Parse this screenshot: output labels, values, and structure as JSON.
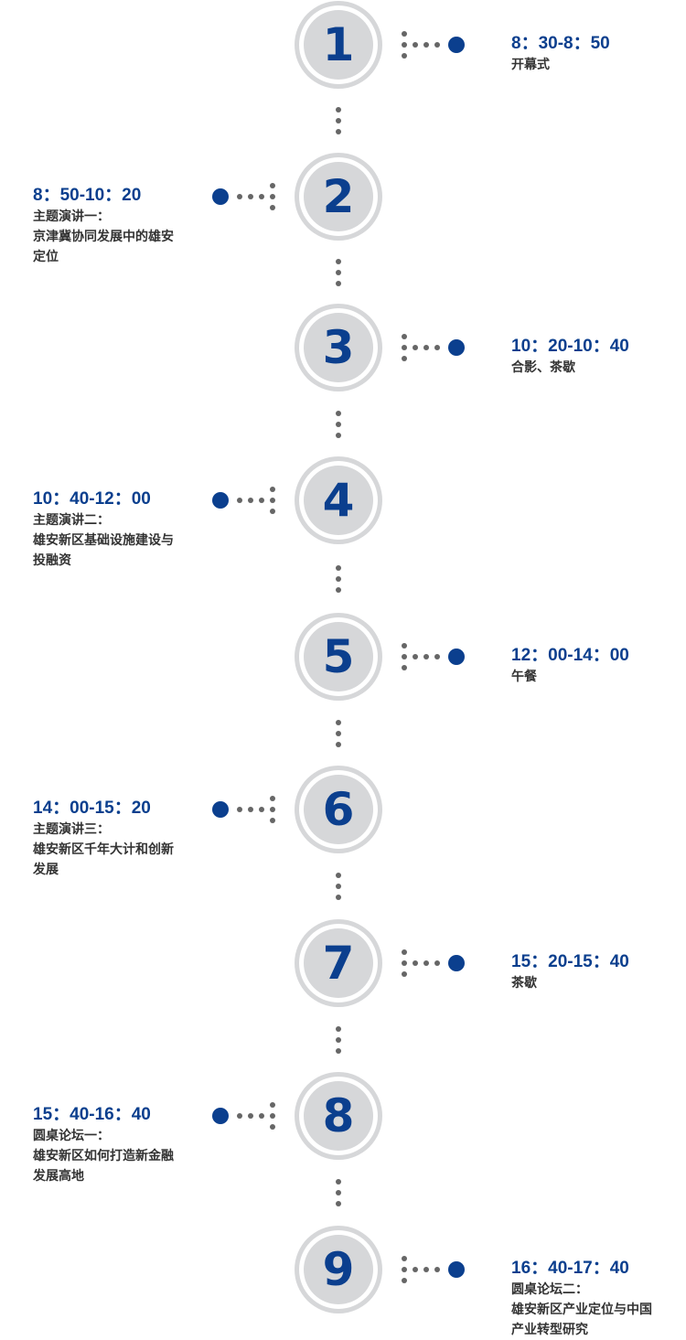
{
  "items": [
    {
      "number": "1",
      "time": "8：30-8：50",
      "title": "开幕式",
      "side": "right"
    },
    {
      "number": "2",
      "time": "8：50-10：20",
      "title": "主题演讲一：",
      "desc": "京津冀协同发展中的雄安定位",
      "side": "left"
    },
    {
      "number": "3",
      "time": "10：20-10：40",
      "title": "合影、茶歇",
      "side": "right"
    },
    {
      "number": "4",
      "time": "10：40-12：00",
      "title": "主题演讲二：",
      "desc": "雄安新区基础设施建设与投融资",
      "side": "left"
    },
    {
      "number": "5",
      "time": "12：00-14：00",
      "title": "午餐",
      "side": "right"
    },
    {
      "number": "6",
      "time": "14：00-15：20",
      "title": "主题演讲三：",
      "desc": "雄安新区千年大计和创新发展",
      "side": "left"
    },
    {
      "number": "7",
      "time": "15：20-15：40",
      "title": "茶歇",
      "side": "right"
    },
    {
      "number": "8",
      "time": "15：40-16：40",
      "title": "圆桌论坛一：",
      "desc": "雄安新区如何打造新金融发展高地",
      "side": "left"
    },
    {
      "number": "9",
      "time": "16：40-17：40",
      "title": "圆桌论坛二：",
      "desc": "雄安新区产业定位与中国产业转型研究",
      "side": "right"
    }
  ],
  "colors": {
    "accent": "#0b3f8e",
    "circle": "#d6d7d9",
    "dots": "#666666",
    "text": "#333333"
  }
}
